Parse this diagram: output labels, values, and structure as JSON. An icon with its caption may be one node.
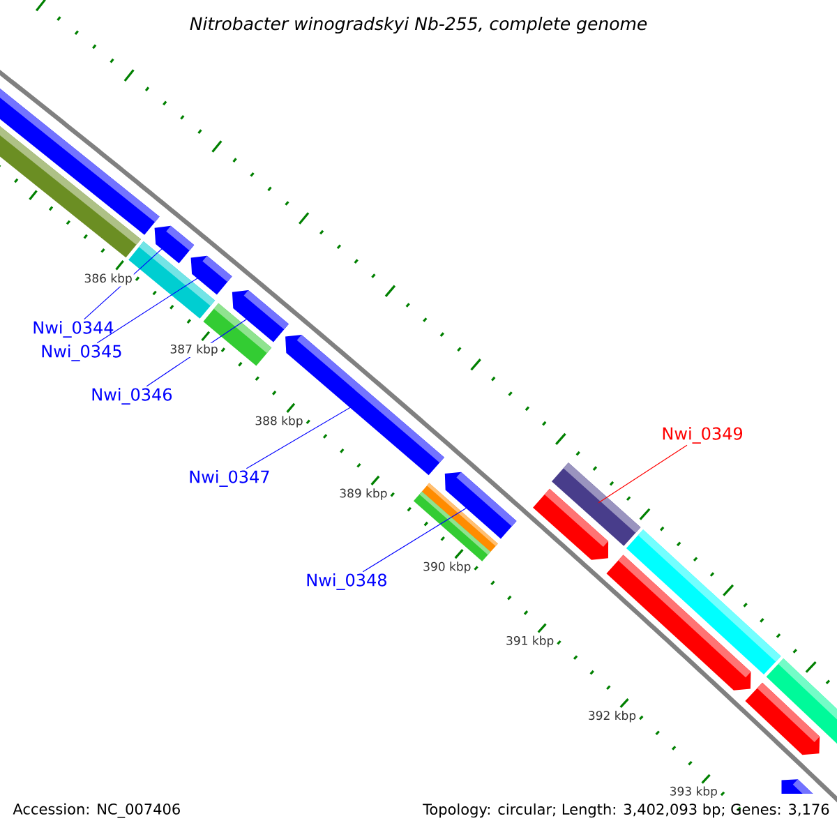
{
  "diagram": {
    "title": "Nitrobacter winogradskyi Nb-255, complete genome",
    "nodes": [
      {
        "text": [
          "Nwi_0344"
        ]
      },
      {
        "text": [
          "Nwi_0345"
        ]
      },
      {
        "text": [
          "Nwi_0346"
        ]
      },
      {
        "text": [
          "Nwi_0347"
        ]
      },
      {
        "text": [
          "Nwi_0348"
        ]
      },
      {
        "text": [
          "Nwi_0349"
        ]
      },
      {
        "text": [],
        "shape": "bar"
      },
      {
        "text": [],
        "shape": "bar"
      },
      {
        "text": [],
        "shape": "bar"
      },
      {
        "text": [],
        "shape": "bar"
      },
      {
        "text": [],
        "shape": "bar"
      },
      {
        "text": [],
        "shape": "bar"
      },
      {
        "text": [],
        "shape": "bar"
      },
      {
        "text": [],
        "shape": "bar"
      },
      {
        "text": [],
        "shape": "bar"
      },
      {
        "text": [],
        "shape": "bar"
      },
      {
        "text": [],
        "shape": "bar"
      },
      {
        "text": [],
        "shape": "bar"
      },
      {
        "text": [],
        "shape": "bar"
      },
      {
        "text": [],
        "shape": "bar"
      },
      {
        "text": [],
        "shape": "bar"
      },
      {
        "text": [],
        "shape": "bar"
      },
      {
        "text": [],
        "shape": "bar"
      },
      {
        "text": [],
        "shape": "bar"
      }
    ],
    "edges": [
      {
        "from": 0,
        "to": 8,
        "arrow": "none"
      },
      {
        "from": 1,
        "to": 10,
        "arrow": "none"
      },
      {
        "from": 2,
        "to": 12,
        "arrow": "none"
      },
      {
        "from": 3,
        "to": 13,
        "arrow": "none"
      },
      {
        "from": 4,
        "to": 16,
        "arrow": "none"
      },
      {
        "from": 5,
        "to": 17,
        "arrow": "none",
        "color": "#ff0000"
      }
    ],
    "labels": [
      "386 kbp",
      "387 kbp",
      "388 kbp",
      "389 kbp",
      "390 kbp",
      "391 kbp",
      "392 kbp",
      "393 kbp",
      "Accession: NC_007406",
      "Topology: circular; Length: 3,402,093 bp; Genes: 3,176"
    ]
  }
}
